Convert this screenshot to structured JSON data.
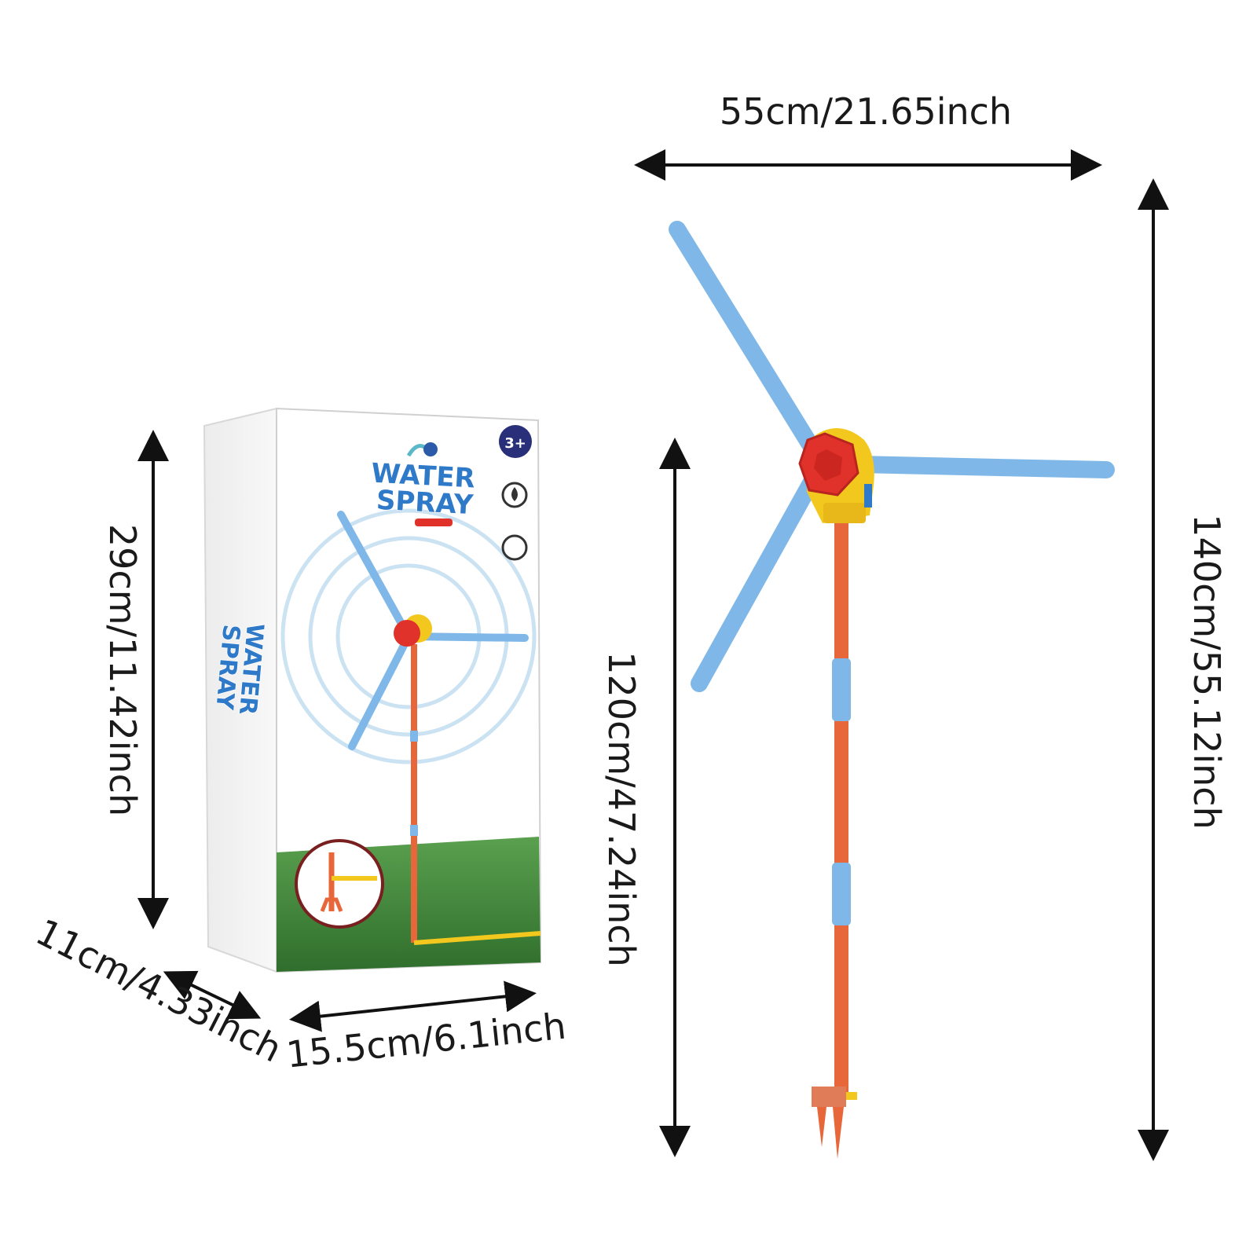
{
  "dimensions": {
    "wingspan": "55cm/21.65inch",
    "total_height": "140cm/55.12inch",
    "pole_height": "120cm/47.24inch",
    "box_height": "29cm/11.42inch",
    "box_depth": "11cm/4.33inch",
    "box_width": "15.5cm/6.1inch"
  },
  "box": {
    "brand_line_1": "WATER",
    "brand_line_2": "SPRAY",
    "age_badge": "3+"
  },
  "colors": {
    "arm_blue": "#7fb8e8",
    "hub_red": "#e0312a",
    "hub_yellow": "#f2c81e",
    "pole_orange": "#e8673a",
    "grass_green": "#3f8a3a",
    "badge_navy": "#2a2f7a",
    "arrow_black": "#111111"
  }
}
